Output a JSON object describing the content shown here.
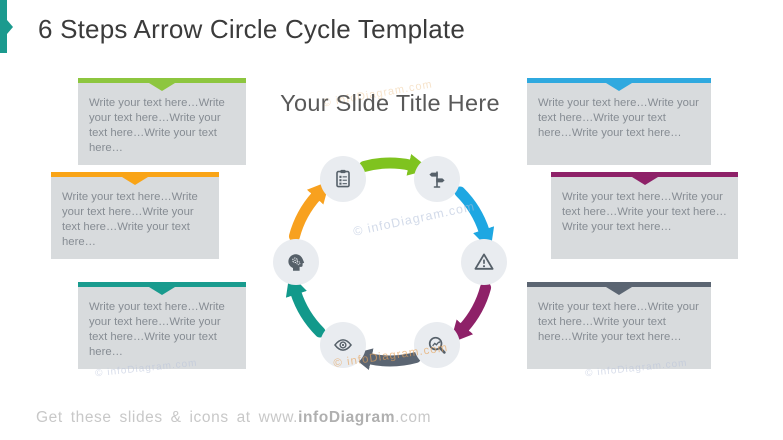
{
  "header": {
    "title": "6 Steps Arrow Circle Cycle Template",
    "accent_color": "#1b9a8e"
  },
  "slide_title": "Your Slide Title Here",
  "text_boxes": [
    {
      "position": "top-left",
      "accent_color": "#8dc63f",
      "text": "Write your text here…Write your text here…Write your text here…Write your text here…"
    },
    {
      "position": "middle-left",
      "accent_color": "#f9a416",
      "text": "Write your text here…Write your text here…Write your text here…Write your text here…"
    },
    {
      "position": "bottom-left",
      "accent_color": "#199b8e",
      "text": "Write your text here…Write your text here…Write your text here…Write your text here…"
    },
    {
      "position": "top-right",
      "accent_color": "#2fa9df",
      "text": "Write your text here…Write your text here…Write your text here…Write your text here…"
    },
    {
      "position": "middle-right",
      "accent_color": "#8e2168",
      "text": "Write your text here…Write your text here…Write your text here…Write your text here…"
    },
    {
      "position": "bottom-right",
      "accent_color": "#5b6572",
      "text": "Write your text here…Write your text here…Write your text here…Write your text here…"
    }
  ],
  "cycle": {
    "icons": [
      {
        "name": "clipboard-checklist",
        "position": "top-left"
      },
      {
        "name": "signpost",
        "position": "top-right"
      },
      {
        "name": "warning-triangle",
        "position": "right"
      },
      {
        "name": "magnifier-trend",
        "position": "bottom-right"
      },
      {
        "name": "eye",
        "position": "bottom-left"
      },
      {
        "name": "head-gears",
        "position": "left"
      }
    ],
    "arrows": [
      {
        "from": "clipboard-checklist",
        "to": "signpost",
        "color": "#7fc31f"
      },
      {
        "from": "signpost",
        "to": "warning-triangle",
        "color": "#1ea7e2"
      },
      {
        "from": "warning-triangle",
        "to": "magnifier-trend",
        "color": "#8e2168"
      },
      {
        "from": "magnifier-trend",
        "to": "eye",
        "color": "#5b6572"
      },
      {
        "from": "eye",
        "to": "head-gears",
        "color": "#12998b"
      },
      {
        "from": "head-gears",
        "to": "clipboard-checklist",
        "color": "#f8a11f"
      }
    ],
    "icon_circle_color": "#e9ecf0",
    "icon_glyph_color": "#566069"
  },
  "watermarks": {
    "title_area": "© infoDiagram.com",
    "circle_center": "© infoDiagram.com",
    "bottom": "© infoDiagram.com",
    "bottom_left": "© infoDiagram.com",
    "bottom_right": "© infoDiagram.com"
  },
  "footer": {
    "prefix": "Get these slides & icons at www.",
    "brand": "infoDiagram",
    "suffix": ".com"
  }
}
